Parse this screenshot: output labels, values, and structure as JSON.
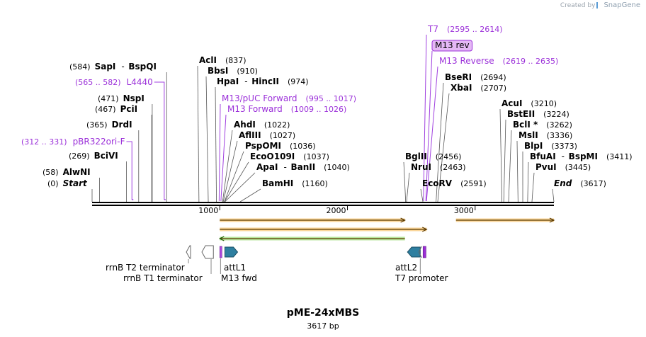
{
  "credit": {
    "prefix": "Created by",
    "brand": "SnapGene"
  },
  "plasmid": {
    "name": "pME-24xMBS",
    "size_label": "3617 bp",
    "length": 3617
  },
  "ticks": [
    {
      "label": "1000",
      "pos": 1000
    },
    {
      "label": "2000",
      "pos": 2000
    },
    {
      "label": "3000",
      "pos": 3000
    }
  ],
  "sites": [
    {
      "id": "start",
      "name": "Start",
      "pos_label": "(0)",
      "pos": 0,
      "italic": true
    },
    {
      "id": "alwni",
      "name": "AlwNI",
      "pos_label": "(58)",
      "pos": 58
    },
    {
      "id": "bcivi",
      "name": "BciVI",
      "pos_label": "(269)",
      "pos": 269
    },
    {
      "id": "drdi",
      "name": "DrdI",
      "pos_label": "(365)",
      "pos": 365
    },
    {
      "id": "pcii",
      "name": "PciI",
      "pos_label": "(467)",
      "pos": 467
    },
    {
      "id": "nspi",
      "name": "NspI",
      "pos_label": "(471)",
      "pos": 471
    },
    {
      "id": "sapi",
      "name": "SapI",
      "name2": "BspQI",
      "pos_label": "(584)",
      "pos": 584
    },
    {
      "id": "acli",
      "name": "AclI",
      "pos_label": "(837)",
      "pos": 837
    },
    {
      "id": "bbsi",
      "name": "BbsI",
      "pos_label": "(910)",
      "pos": 910
    },
    {
      "id": "hpai",
      "name": "HpaI",
      "name2": "HincII",
      "pos_label": "(974)",
      "pos": 974
    },
    {
      "id": "ahdi",
      "name": "AhdI",
      "pos_label": "(1022)",
      "pos": 1022
    },
    {
      "id": "aflIII",
      "name": "AflIII",
      "pos_label": "(1027)",
      "pos": 1027
    },
    {
      "id": "pspomi",
      "name": "PspOMI",
      "pos_label": "(1036)",
      "pos": 1036
    },
    {
      "id": "eco0109i",
      "name": "EcoO109I",
      "pos_label": "(1037)",
      "pos": 1037
    },
    {
      "id": "apai",
      "name": "ApaI",
      "name2": "BanII",
      "pos_label": "(1040)",
      "pos": 1040
    },
    {
      "id": "bamhi",
      "name": "BamHI",
      "pos_label": "(1160)",
      "pos": 1160
    },
    {
      "id": "bglii",
      "name": "BglII",
      "pos_label": "(2456)",
      "pos": 2456
    },
    {
      "id": "nrui",
      "name": "NruI",
      "pos_label": "(2463)",
      "pos": 2463
    },
    {
      "id": "ecorv",
      "name": "EcoRV",
      "pos_label": "(2591)",
      "pos": 2591
    },
    {
      "id": "bseri",
      "name": "BseRI",
      "pos_label": "(2694)",
      "pos": 2694
    },
    {
      "id": "xbai",
      "name": "XbaI",
      "pos_label": "(2707)",
      "pos": 2707
    },
    {
      "id": "acui",
      "name": "AcuI",
      "pos_label": "(3210)",
      "pos": 3210
    },
    {
      "id": "bsteii",
      "name": "BstEII",
      "pos_label": "(3224)",
      "pos": 3224
    },
    {
      "id": "bcli",
      "name": "BclI *",
      "pos_label": "(3262)",
      "pos": 3262
    },
    {
      "id": "msli",
      "name": "MslI",
      "pos_label": "(3336)",
      "pos": 3336
    },
    {
      "id": "blpi",
      "name": "BlpI",
      "pos_label": "(3373)",
      "pos": 3373
    },
    {
      "id": "bfuai",
      "name": "BfuAI",
      "name2": "BspMI",
      "pos_label": "(3411)",
      "pos": 3411
    },
    {
      "id": "pvui",
      "name": "PvuI",
      "pos_label": "(3445)",
      "pos": 3445
    },
    {
      "id": "end",
      "name": "End",
      "pos_label": "(3617)",
      "pos": 3617,
      "italic": true
    }
  ],
  "primers": [
    {
      "id": "pbr322ori",
      "name": "pBR322ori-F",
      "range": "(312 .. 331)",
      "start": 312,
      "end": 331
    },
    {
      "id": "l4440",
      "name": "L4440",
      "range": "(565 .. 582)",
      "start": 565,
      "end": 582
    },
    {
      "id": "m13puc",
      "name": "M13/pUC Forward",
      "range": "(995 .. 1017)",
      "start": 995,
      "end": 1017
    },
    {
      "id": "m13fwd",
      "name": "M13 Forward",
      "range": "(1009 .. 1026)",
      "start": 1009,
      "end": 1026
    },
    {
      "id": "t7",
      "name": "T7",
      "range": "(2595 .. 2614)",
      "start": 2595,
      "end": 2614
    },
    {
      "id": "m13rev",
      "name": "M13 rev",
      "range": "",
      "start": 2614,
      "end": 2630,
      "boxed": true
    },
    {
      "id": "m13reverse",
      "name": "M13 Reverse",
      "range": "(2619 .. 2635)",
      "start": 2619,
      "end": 2635
    }
  ],
  "orfs": [
    {
      "id": "orf1",
      "start": 1000,
      "end": 2450,
      "direction": "forward",
      "color": "#f5b041"
    },
    {
      "id": "orf2",
      "start": 1000,
      "end": 2620,
      "direction": "forward",
      "color": "#f5b041"
    },
    {
      "id": "orf3",
      "start": 1000,
      "end": 2450,
      "direction": "reverse",
      "color": "#7dce4a"
    },
    {
      "id": "orf4",
      "start": 2850,
      "end": 3617,
      "direction": "forward",
      "color": "#f5b041"
    }
  ],
  "features": [
    {
      "id": "rrnb-t2",
      "name": "rrnB T2 terminator",
      "start": 738,
      "end": 765,
      "type": "terminator",
      "direction": "reverse"
    },
    {
      "id": "rrnb-t1",
      "name": "rrnB T1 terminator",
      "start": 860,
      "end": 950,
      "type": "terminator",
      "direction": "reverse"
    },
    {
      "id": "m13fwd-site",
      "name": "M13 fwd",
      "start": 1000,
      "end": 1017,
      "type": "primer_bind"
    },
    {
      "id": "attl1",
      "name": "attL1",
      "start": 1040,
      "end": 1140,
      "type": "attl",
      "direction": "forward"
    },
    {
      "id": "attl2",
      "name": "attL2",
      "start": 2470,
      "end": 2570,
      "type": "attl",
      "direction": "reverse"
    },
    {
      "id": "t7-promoter",
      "name": "T7 promoter",
      "start": 2592,
      "end": 2615,
      "type": "promoter",
      "direction": "reverse"
    }
  ],
  "colors": {
    "enzyme_text": "#000000",
    "primer_text": "#9b30d9",
    "primer_line": "#a040e0",
    "attl_fill": "#2e7fa0",
    "backbone": "#000000"
  }
}
